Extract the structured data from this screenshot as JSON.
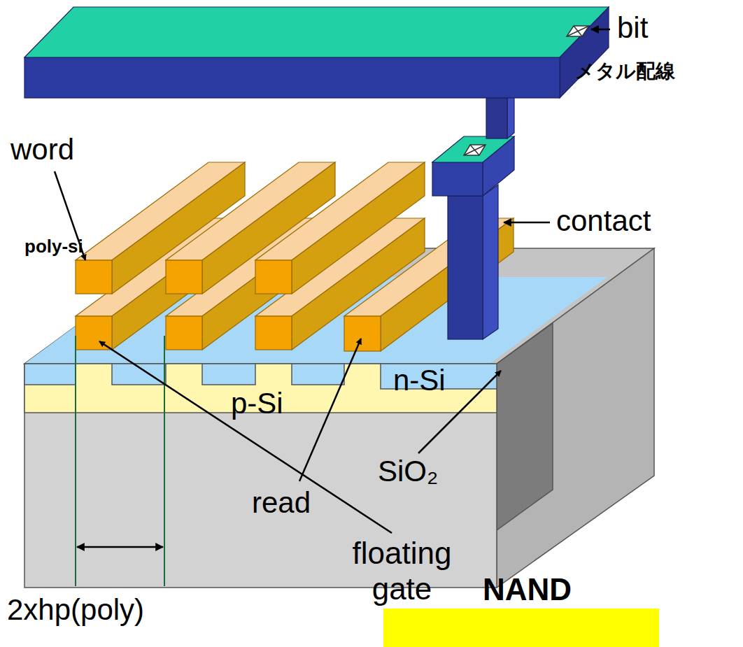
{
  "diagram": {
    "labels": [
      "bit",
      "メタル配線",
      "word",
      "poly-si",
      "contact",
      "n-Si",
      "p-Si",
      "read",
      "SiO₂",
      "floating gate",
      "2xhp(poly)",
      "NAND"
    ]
  }
}
